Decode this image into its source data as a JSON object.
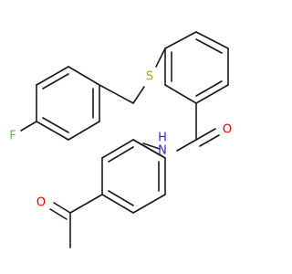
{
  "atoms": {
    "sulfur": {
      "symbol": "S",
      "color": "#b3a300"
    },
    "fluorine": {
      "symbol": "F",
      "color": "#5fbf3f"
    },
    "amide_nitrogen": {
      "symbol": "N",
      "color": "#2f2fd0"
    },
    "amide_hydrogen": {
      "symbol": "H",
      "color": "#2f2fd0"
    },
    "amide_oxygen": {
      "symbol": "O",
      "color": "#e00000"
    },
    "ketone_oxygen": {
      "symbol": "O",
      "color": "#e00000"
    }
  },
  "bond_color": "#1a1a1a"
}
